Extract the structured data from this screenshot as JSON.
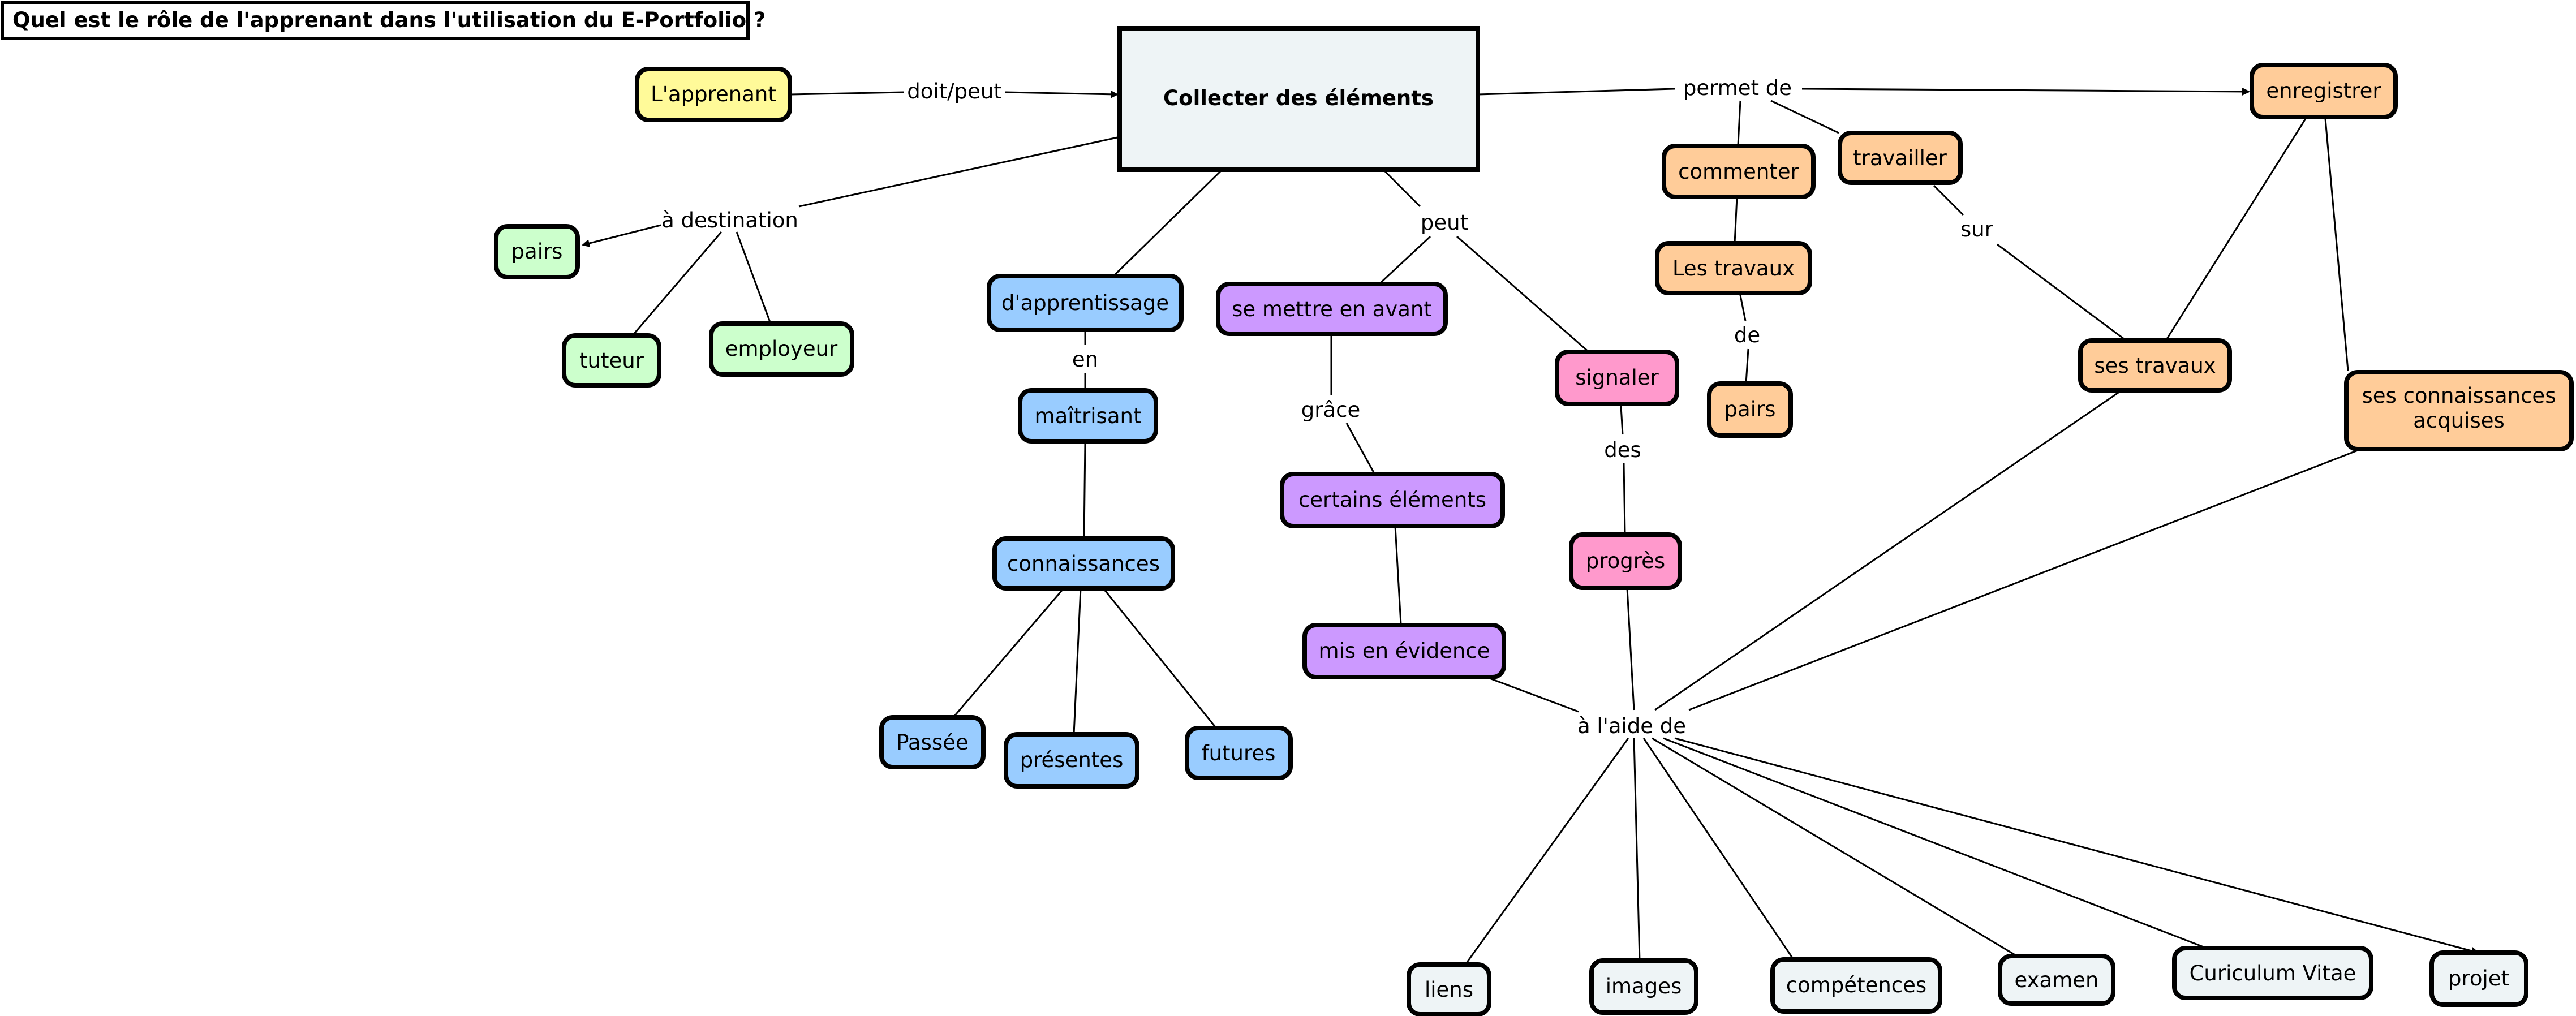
{
  "title": "Quel est le rôle de l'apprenant dans l'utilisation du E-Portfolio ?",
  "colors": {
    "yellow": "#fffa99",
    "center": "#eef4f6",
    "green": "#ccffcc",
    "blue": "#99ccff",
    "purple": "#cc99ff",
    "pink": "#ff99cc",
    "orange": "#ffcc99",
    "grey": "#eef4f6",
    "line": "#000000"
  },
  "nodes": {
    "apprenant": "L'apprenant",
    "collecter": "Collecter des éléments",
    "pairs_left": "pairs",
    "tuteur": "tuteur",
    "employeur": "employeur",
    "apprentissage": "d'apprentissage",
    "maitrisant": "maîtrisant",
    "connaissances": "connaissances",
    "passee": "Passée",
    "presentes": "présentes",
    "futures": "futures",
    "mettre_en_avant": "se mettre en avant",
    "certains_elements": "certains éléments",
    "mis_en_evidence": "mis en évidence",
    "signaler": "signaler",
    "progres": "progrès",
    "commenter": "commenter",
    "les_travaux": "Les travaux",
    "pairs_right": "pairs",
    "travailler": "travailler",
    "enregistrer": "enregistrer",
    "ses_travaux": "ses travaux",
    "ses_connaissances": [
      "ses connaissances",
      "acquises"
    ],
    "liens": "liens",
    "images": "images",
    "competences": "compétences",
    "examen": "examen",
    "cv": "Curiculum Vitae",
    "projet": "projet"
  },
  "links": {
    "doit_peut": "doit/peut",
    "a_destination": "à destination",
    "en": "en",
    "peut": "peut",
    "grace": "grâce",
    "des": "des",
    "permet_de": "permet de",
    "de": "de",
    "sur": "sur",
    "a_laide_de": "à l'aide de"
  }
}
